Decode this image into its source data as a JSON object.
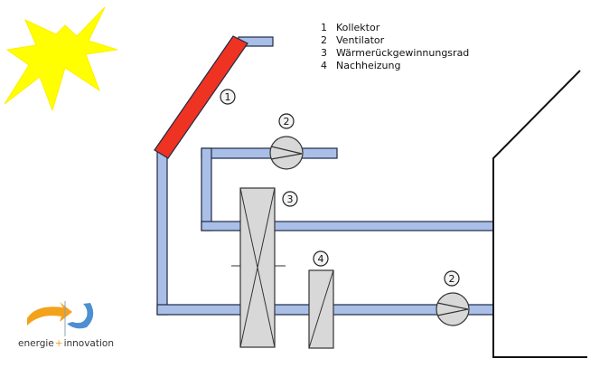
{
  "legend": {
    "items": [
      {
        "num": "1",
        "label": "Kollektor"
      },
      {
        "num": "2",
        "label": "Ventilator"
      },
      {
        "num": "3",
        "label": "Wärmerückgewinnungsrad"
      },
      {
        "num": "4",
        "label": "Nachheizung"
      }
    ]
  },
  "callouts": {
    "collector": "1",
    "fan_top": "2",
    "wheel": "3",
    "heater": "4",
    "fan_bottom": "2"
  },
  "logo": {
    "text_left": "energie",
    "plus": "+",
    "text_right": "innovation"
  },
  "colors": {
    "duct_fill": "#aabfe8",
    "duct_stroke": "#1f2a44",
    "collector": "#ee3322",
    "sun": "#ffff00",
    "component_fill": "#d8d8d8",
    "logo_orange": "#f3a21b",
    "logo_blue": "#4d8fd1"
  }
}
